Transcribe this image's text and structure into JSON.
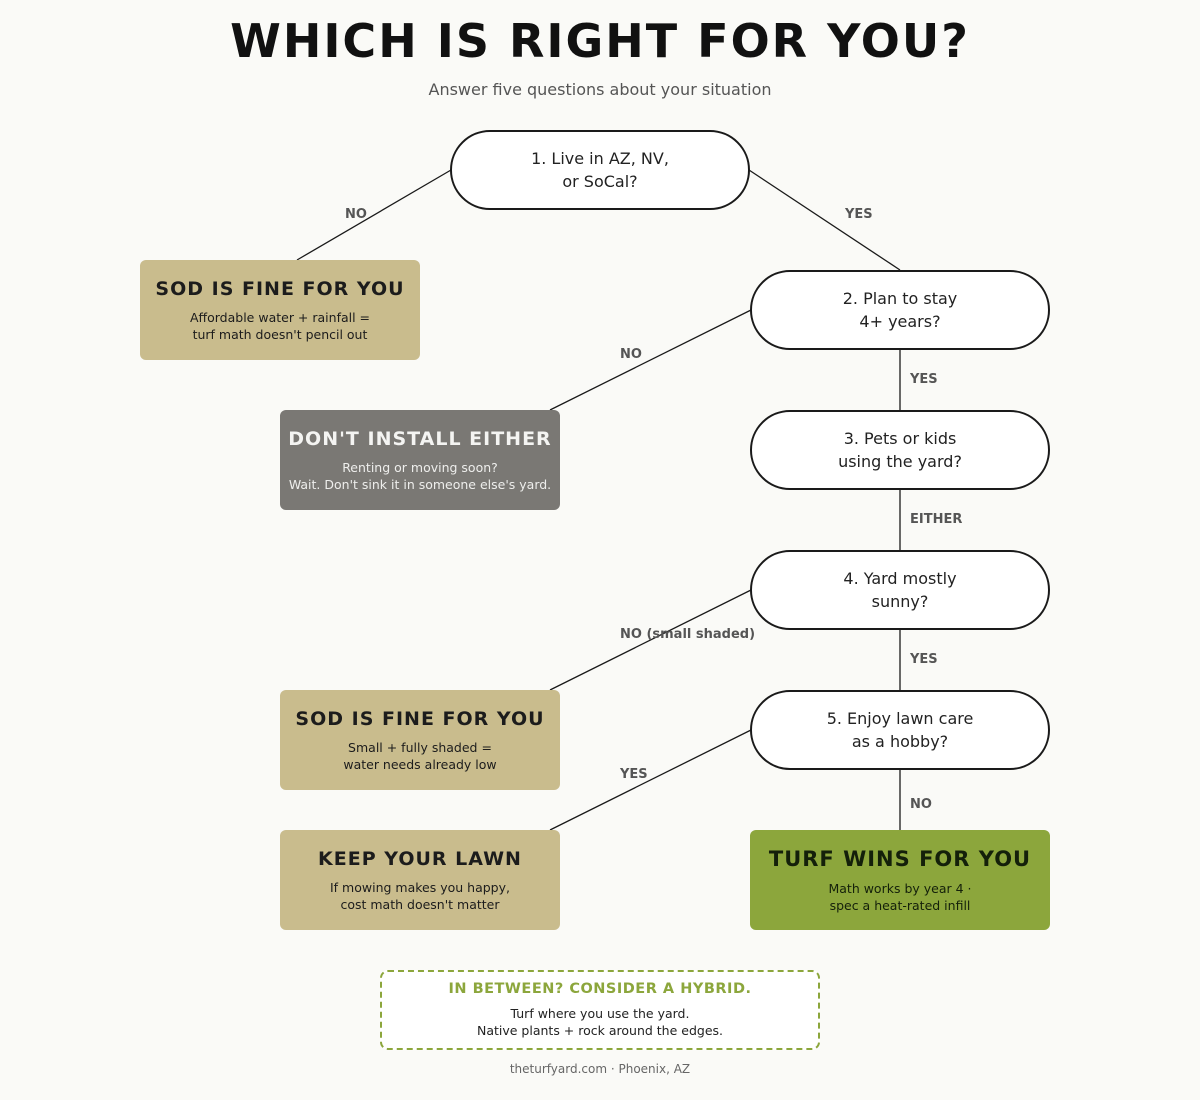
{
  "header": {
    "title": "WHICH IS RIGHT FOR YOU?",
    "subtitle": "Answer five questions about your situation"
  },
  "questions": [
    {
      "text": "1. Live in AZ, NV,\nor SoCal?"
    },
    {
      "text": "2. Plan to stay\n4+ years?"
    },
    {
      "text": "3. Pets or kids\nusing the yard?"
    },
    {
      "text": "4. Yard mostly\nsunny?"
    },
    {
      "text": "5. Enjoy lawn care\nas a hobby?"
    }
  ],
  "outcomes": [
    {
      "title": "SOD IS FINE FOR YOU",
      "body": "Affordable water + rainfall =\nturf math doesn't pencil out"
    },
    {
      "title": "DON'T INSTALL EITHER",
      "body": "Renting or moving soon?\nWait. Don't sink it in someone else's yard."
    },
    {
      "title": "SOD IS FINE FOR YOU",
      "body": "Small + fully shaded =\nwater needs already low"
    },
    {
      "title": "KEEP YOUR LAWN",
      "body": "If mowing makes you happy,\ncost math doesn't matter"
    },
    {
      "title": "TURF WINS FOR YOU",
      "body": "Math works by year 4 ·\nspec a heat-rated infill"
    }
  ],
  "edges": [
    {
      "label": "NO"
    },
    {
      "label": "YES"
    },
    {
      "label": "NO"
    },
    {
      "label": "YES"
    },
    {
      "label": "EITHER"
    },
    {
      "label": "NO (small shaded)"
    },
    {
      "label": "YES"
    },
    {
      "label": "YES"
    },
    {
      "label": "NO"
    }
  ],
  "hybrid": {
    "title": "IN BETWEEN? CONSIDER A HYBRID.",
    "body": "Turf where you use the yard.\nNative plants + rock around the edges."
  },
  "footer": "theturfyard.com · Phoenix, AZ",
  "colors": {
    "outcome_tan": "#c9bc8d",
    "outcome_gray": "#7a7874",
    "outcome_green": "#8ca63c",
    "line": "#1a1a1a"
  }
}
